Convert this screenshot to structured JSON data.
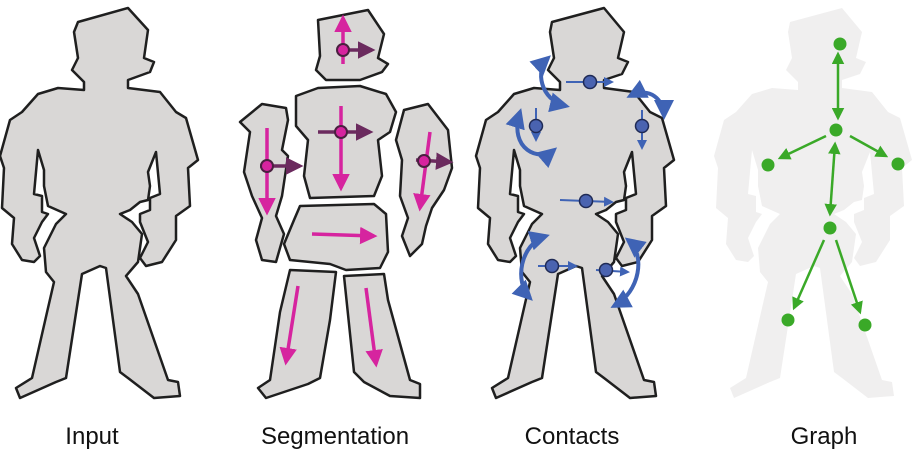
{
  "panels": [
    {
      "label": "Input"
    },
    {
      "label": "Segmentation"
    },
    {
      "label": "Contacts"
    },
    {
      "label": "Graph"
    }
  ],
  "colors": {
    "body_fill": "#d9d7d6",
    "outline": "#1f1f1f",
    "segmentation_arrow": "#d6249f",
    "segmentation_arrow_dark": "#6b2a5e",
    "contact_arrow": "#3f63b5",
    "contact_node": "#4a63b0",
    "graph_green": "#3aa928",
    "ghost_fill": "#f0efef"
  },
  "icons": [
    "robot-figure-icon",
    "motion-arrow-icon",
    "joint-contact-icon",
    "graph-node-icon"
  ]
}
